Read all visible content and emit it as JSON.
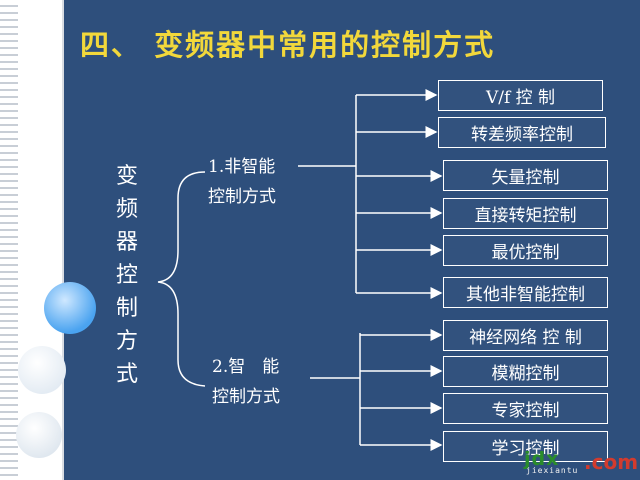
{
  "title": "四、 变频器中常用的控制方式",
  "root_label": "变频器控制方式",
  "branches": [
    {
      "label_line1": "1.非智能",
      "label_line2": "控制方式",
      "items": [
        "V/f 控 制",
        "转差频率控制",
        "矢量控制",
        "直接转矩控制",
        "最优控制",
        "其他非智能控制"
      ]
    },
    {
      "label_line1": "2.智　能",
      "label_line2": "控制方式",
      "items": [
        "神经网络 控 制",
        "模糊控制",
        "专家控制",
        "学习控制"
      ]
    }
  ],
  "watermark": {
    "logo_text": "jdx",
    "dot_text": ".com",
    "sub_text": "jiexiantu"
  },
  "colors": {
    "background": "#2e4f7c",
    "title": "#f2d83b",
    "line": "#ffffff"
  }
}
